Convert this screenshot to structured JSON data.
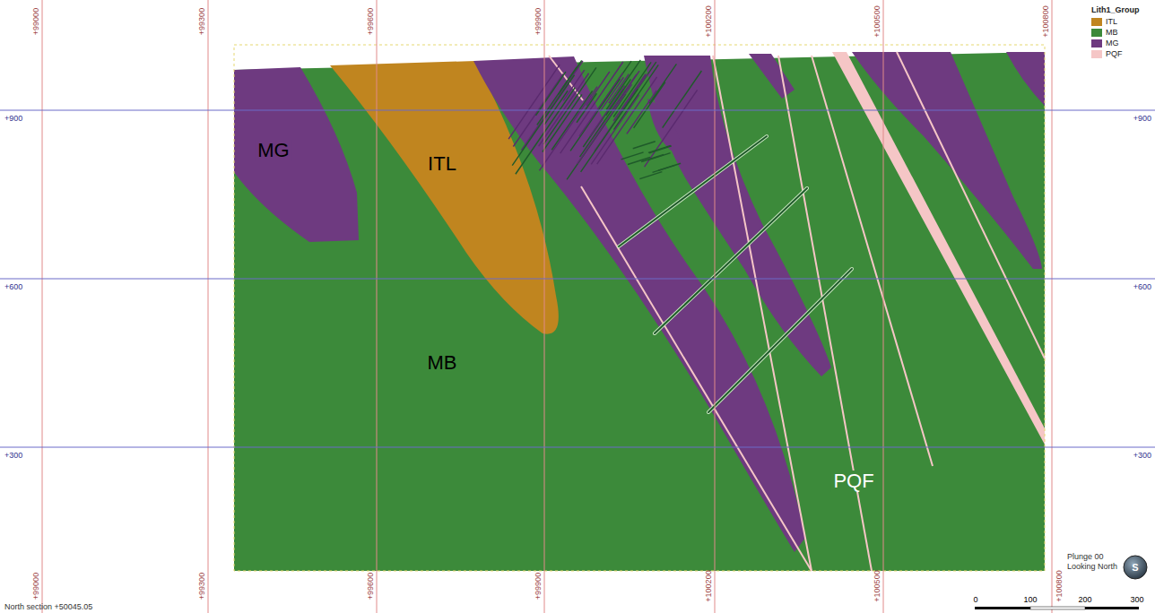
{
  "diagram": {
    "labels": [
      "+99000",
      "+99300",
      "+99600",
      "+99900",
      "+100200",
      "+100500",
      "+100800",
      "+900",
      "+600",
      "+300",
      "+900",
      "+600",
      "+300",
      "+99000",
      "+99300",
      "+99600",
      "+99900",
      "+100200",
      "+100500",
      "+100800",
      "MG",
      "ITL",
      "MB",
      "PQF",
      "North section +50045.05",
      "Plunge 00",
      "Looking North",
      "0",
      "100",
      "200",
      "300",
      "S",
      "Lith1_Group"
    ],
    "legend": [
      {
        "text": "ITL",
        "color": "#c0851f"
      },
      {
        "text": "MB",
        "color": "#3c8a3a"
      },
      {
        "text": "MG",
        "color": "#6e3a80"
      },
      {
        "text": "PQF",
        "color": "#f5c6c6"
      }
    ]
  }
}
